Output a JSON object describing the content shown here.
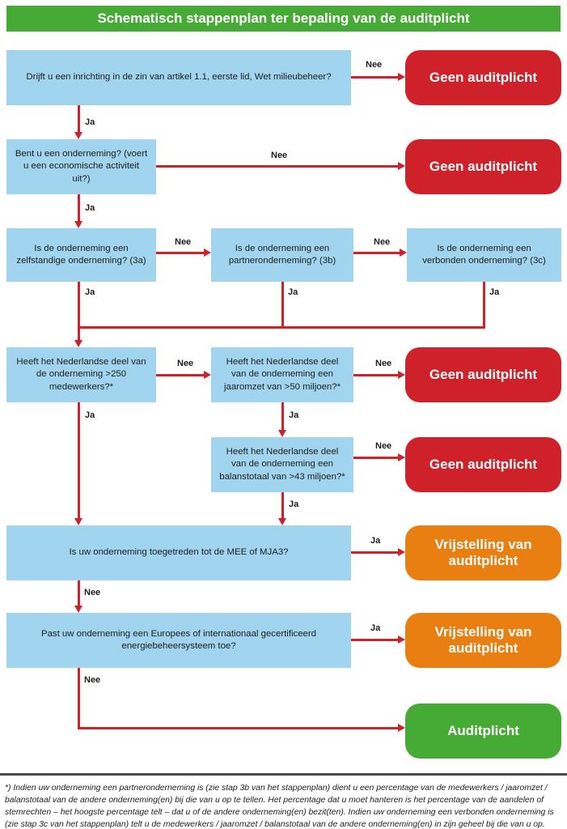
{
  "title": "Schematisch stappenplan ter bepaling van de auditplicht",
  "labels": {
    "ja": "Ja",
    "nee": "Nee"
  },
  "questions": {
    "q1": "Drijft u een inrichting in de zin van artikel 1.1, eerste lid, Wet milieubeheer?",
    "q2": "Bent u een onderneming? (voert u een economische activiteit uit?)",
    "q3a": "Is de onderneming een zelfstandige onderneming? (3a)",
    "q3b": "Is de onderneming een partneronderneming? (3b)",
    "q3c": "Is de onderneming een verbonden onderneming? (3c)",
    "q4a": "Heeft het Nederlandse deel van de onderneming >250 medewerkers?*",
    "q4b": "Heeft het Nederlandse deel van de onderneming een jaaromzet van >50 miljoen?*",
    "q4c": "Heeft het Nederlandse deel van de onderneming een balanstotaal van >43 miljoen?*",
    "q5": "Is uw onderneming toegetreden tot de MEE of MJA3?",
    "q6": "Past uw onderneming een Europees of internationaal gecertificeerd energiebeheersysteem toe?"
  },
  "results": {
    "geen": "Geen auditplicht",
    "vrijstelling": "Vrijstelling van auditplicht",
    "audit": "Auditplicht"
  },
  "colors": {
    "green": "#46ab34",
    "red": "#cf2129",
    "orange": "#e97e11",
    "blue": "#a1d4ef",
    "arrow": "#cf2129"
  },
  "footnote": "*) Indien uw onderneming een partneronderneming is (zie stap 3b van het stappenplan) dient u een percentage van de medewerkers / jaaromzet / balanstotaal van de andere onderneming(en) bij die van u op te tellen. Het percentage dat u moet hanteren is het percentage van de aandelen of stemrechten – het hoogste percentage telt – dat u of de andere onderneming(en) bezit(ten). Indien uw onderneming een verbonden onderneming is (zie stap 3c van het stappenplan) telt u de medewerkers / jaaromzet / balanstotaal van de andere onderneming(en) in zijn geheel bij die van u op."
}
